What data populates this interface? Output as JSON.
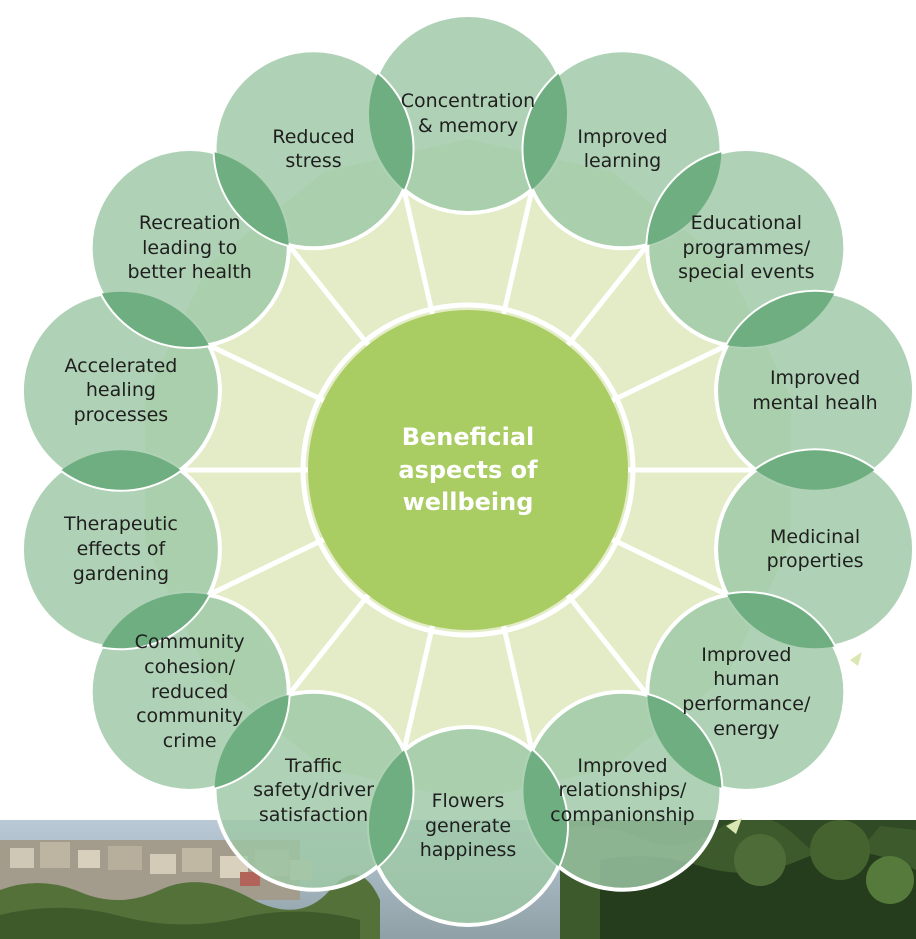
{
  "diagram": {
    "center_label": "Beneficial\naspects of\nwellbeing",
    "colors": {
      "bubble_fill": "#9dc8a6",
      "bubble_overlap": "#6fae80",
      "wheel_fill": "#e3ecc6",
      "spoke": "#ffffff",
      "center_fill": "#a9cc63",
      "center_text": "#ffffff",
      "label_text": "#1f1f1f",
      "arrow": "#dbe7b3"
    },
    "items": [
      {
        "id": "concentration-memory",
        "label": "Concentration\n& memory"
      },
      {
        "id": "improved-learning",
        "label": "Improved\nlearning"
      },
      {
        "id": "educational-programmes",
        "label": "Educational\nprogrammes/\nspecial events"
      },
      {
        "id": "improved-mental-health",
        "label": "Improved\nmental healh"
      },
      {
        "id": "medicinal-properties",
        "label": "Medicinal\nproperties"
      },
      {
        "id": "improved-human-performance",
        "label": "Improved\nhuman\nperformance/\nenergy"
      },
      {
        "id": "improved-relationships",
        "label": "Improved\nrelationships/\ncompanionship"
      },
      {
        "id": "flowers-generate-happiness",
        "label": "Flowers\ngenerate\nhappiness"
      },
      {
        "id": "traffic-safety",
        "label": "Traffic\nsafety/driver\nsatisfaction"
      },
      {
        "id": "community-cohesion",
        "label": "Community\ncohesion/\nreduced\ncommunity\ncrime"
      },
      {
        "id": "therapeutic-effects",
        "label": "Therapeutic\neffects of\ngardening"
      },
      {
        "id": "accelerated-healing",
        "label": "Accelerated\nhealing\nprocesses"
      },
      {
        "id": "recreation-health",
        "label": "Recreation\nleading to\nbetter health"
      },
      {
        "id": "reduced-stress",
        "label": "Reduced\nstress"
      }
    ]
  }
}
